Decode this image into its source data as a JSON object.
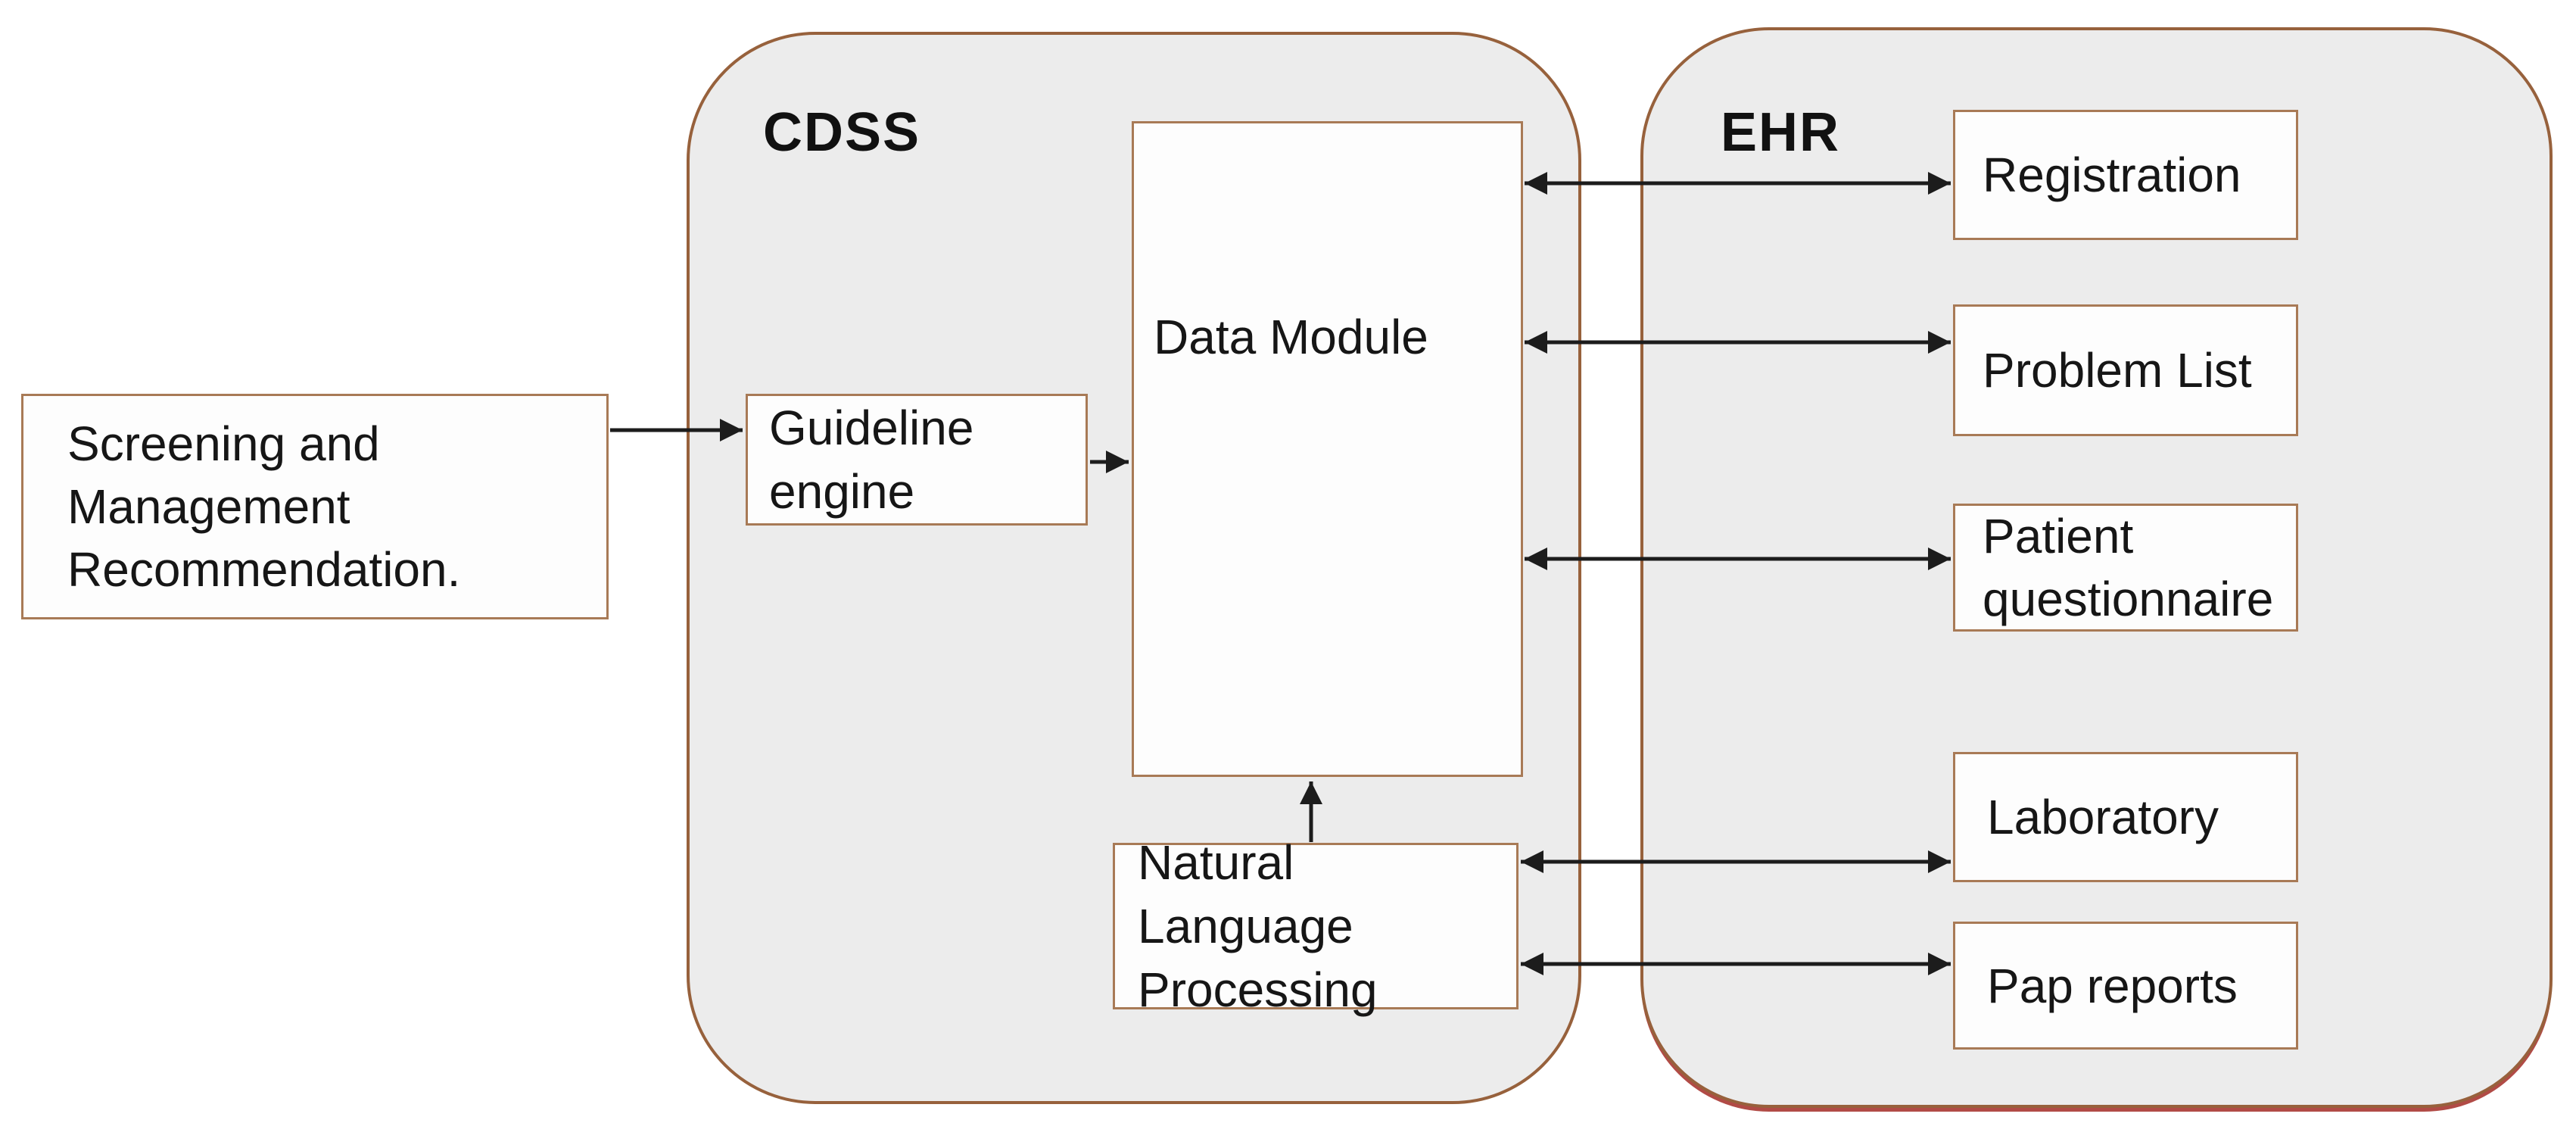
{
  "diagram": {
    "left_box": {
      "lines": [
        "Screening and",
        "Management",
        "Recommendation."
      ]
    },
    "cdss": {
      "title": "CDSS",
      "guideline_engine": {
        "lines": [
          "Guideline",
          "engine"
        ]
      },
      "data_module": {
        "label": "Data Module"
      },
      "nlp": {
        "lines": [
          "Natural Language",
          "Processing"
        ]
      }
    },
    "ehr": {
      "title": "EHR",
      "modules": [
        "Registration",
        "Problem List",
        "Patient questionnaire",
        "Laboratory",
        "Pap reports"
      ]
    },
    "colors": {
      "border_brown": "#97613c",
      "box_border": "#a87a56",
      "panel_fill": "#ececec",
      "box_fill": "#fdfdfd",
      "arrow": "#1c1c1c",
      "text": "#161616",
      "ehr_bottom_accent": "#b14b46",
      "page_bg": "#ffffff"
    }
  }
}
